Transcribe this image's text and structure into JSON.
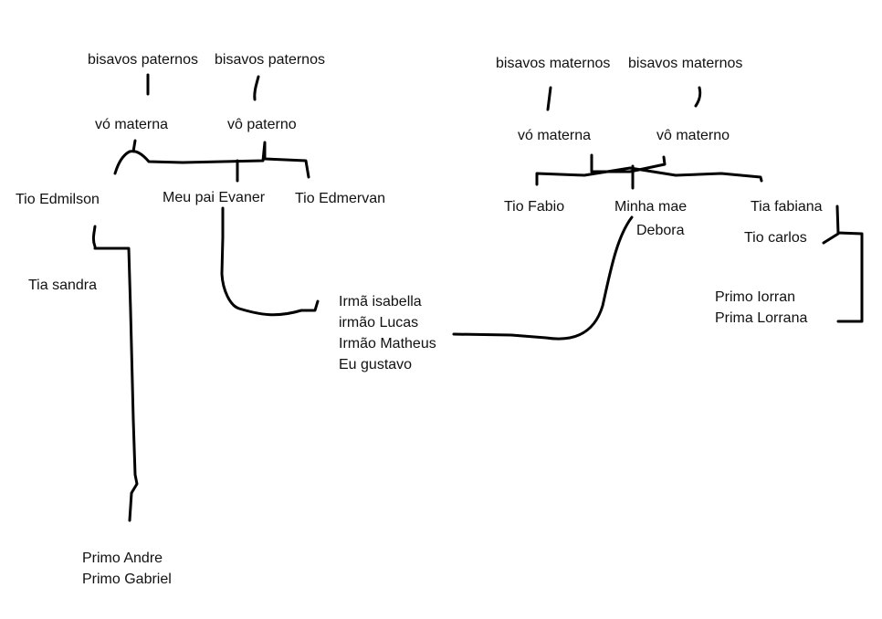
{
  "paternal": {
    "great_grandparents_left": "bisavos paternos",
    "great_grandparents_right": "bisavos paternos",
    "grandmother": "vó materna",
    "grandfather": "vô paterno",
    "uncle_edmilson": "Tio Edmilson",
    "father": "Meu pai Evaner",
    "uncle_edmervan": "Tio Edmervan",
    "aunt_sandra": "Tia sandra",
    "cousins": [
      "Primo Andre",
      "Primo Gabriel"
    ]
  },
  "siblings": [
    "Irmã isabella",
    "irmão Lucas",
    "Irmão Matheus",
    "Eu gustavo"
  ],
  "maternal": {
    "great_grandparents_left": "bisavos maternos",
    "great_grandparents_right": "bisavos maternos",
    "grandmother": "vó materna",
    "grandfather": "vô materno",
    "uncle_fabio": "Tio Fabio",
    "mother_line1": "Minha mae",
    "mother_line2": "Debora",
    "aunt_fabiana": "Tia fabiana",
    "uncle_carlos": "Tio carlos",
    "cousins": [
      "Primo Iorran",
      "Prima Lorrana"
    ]
  }
}
